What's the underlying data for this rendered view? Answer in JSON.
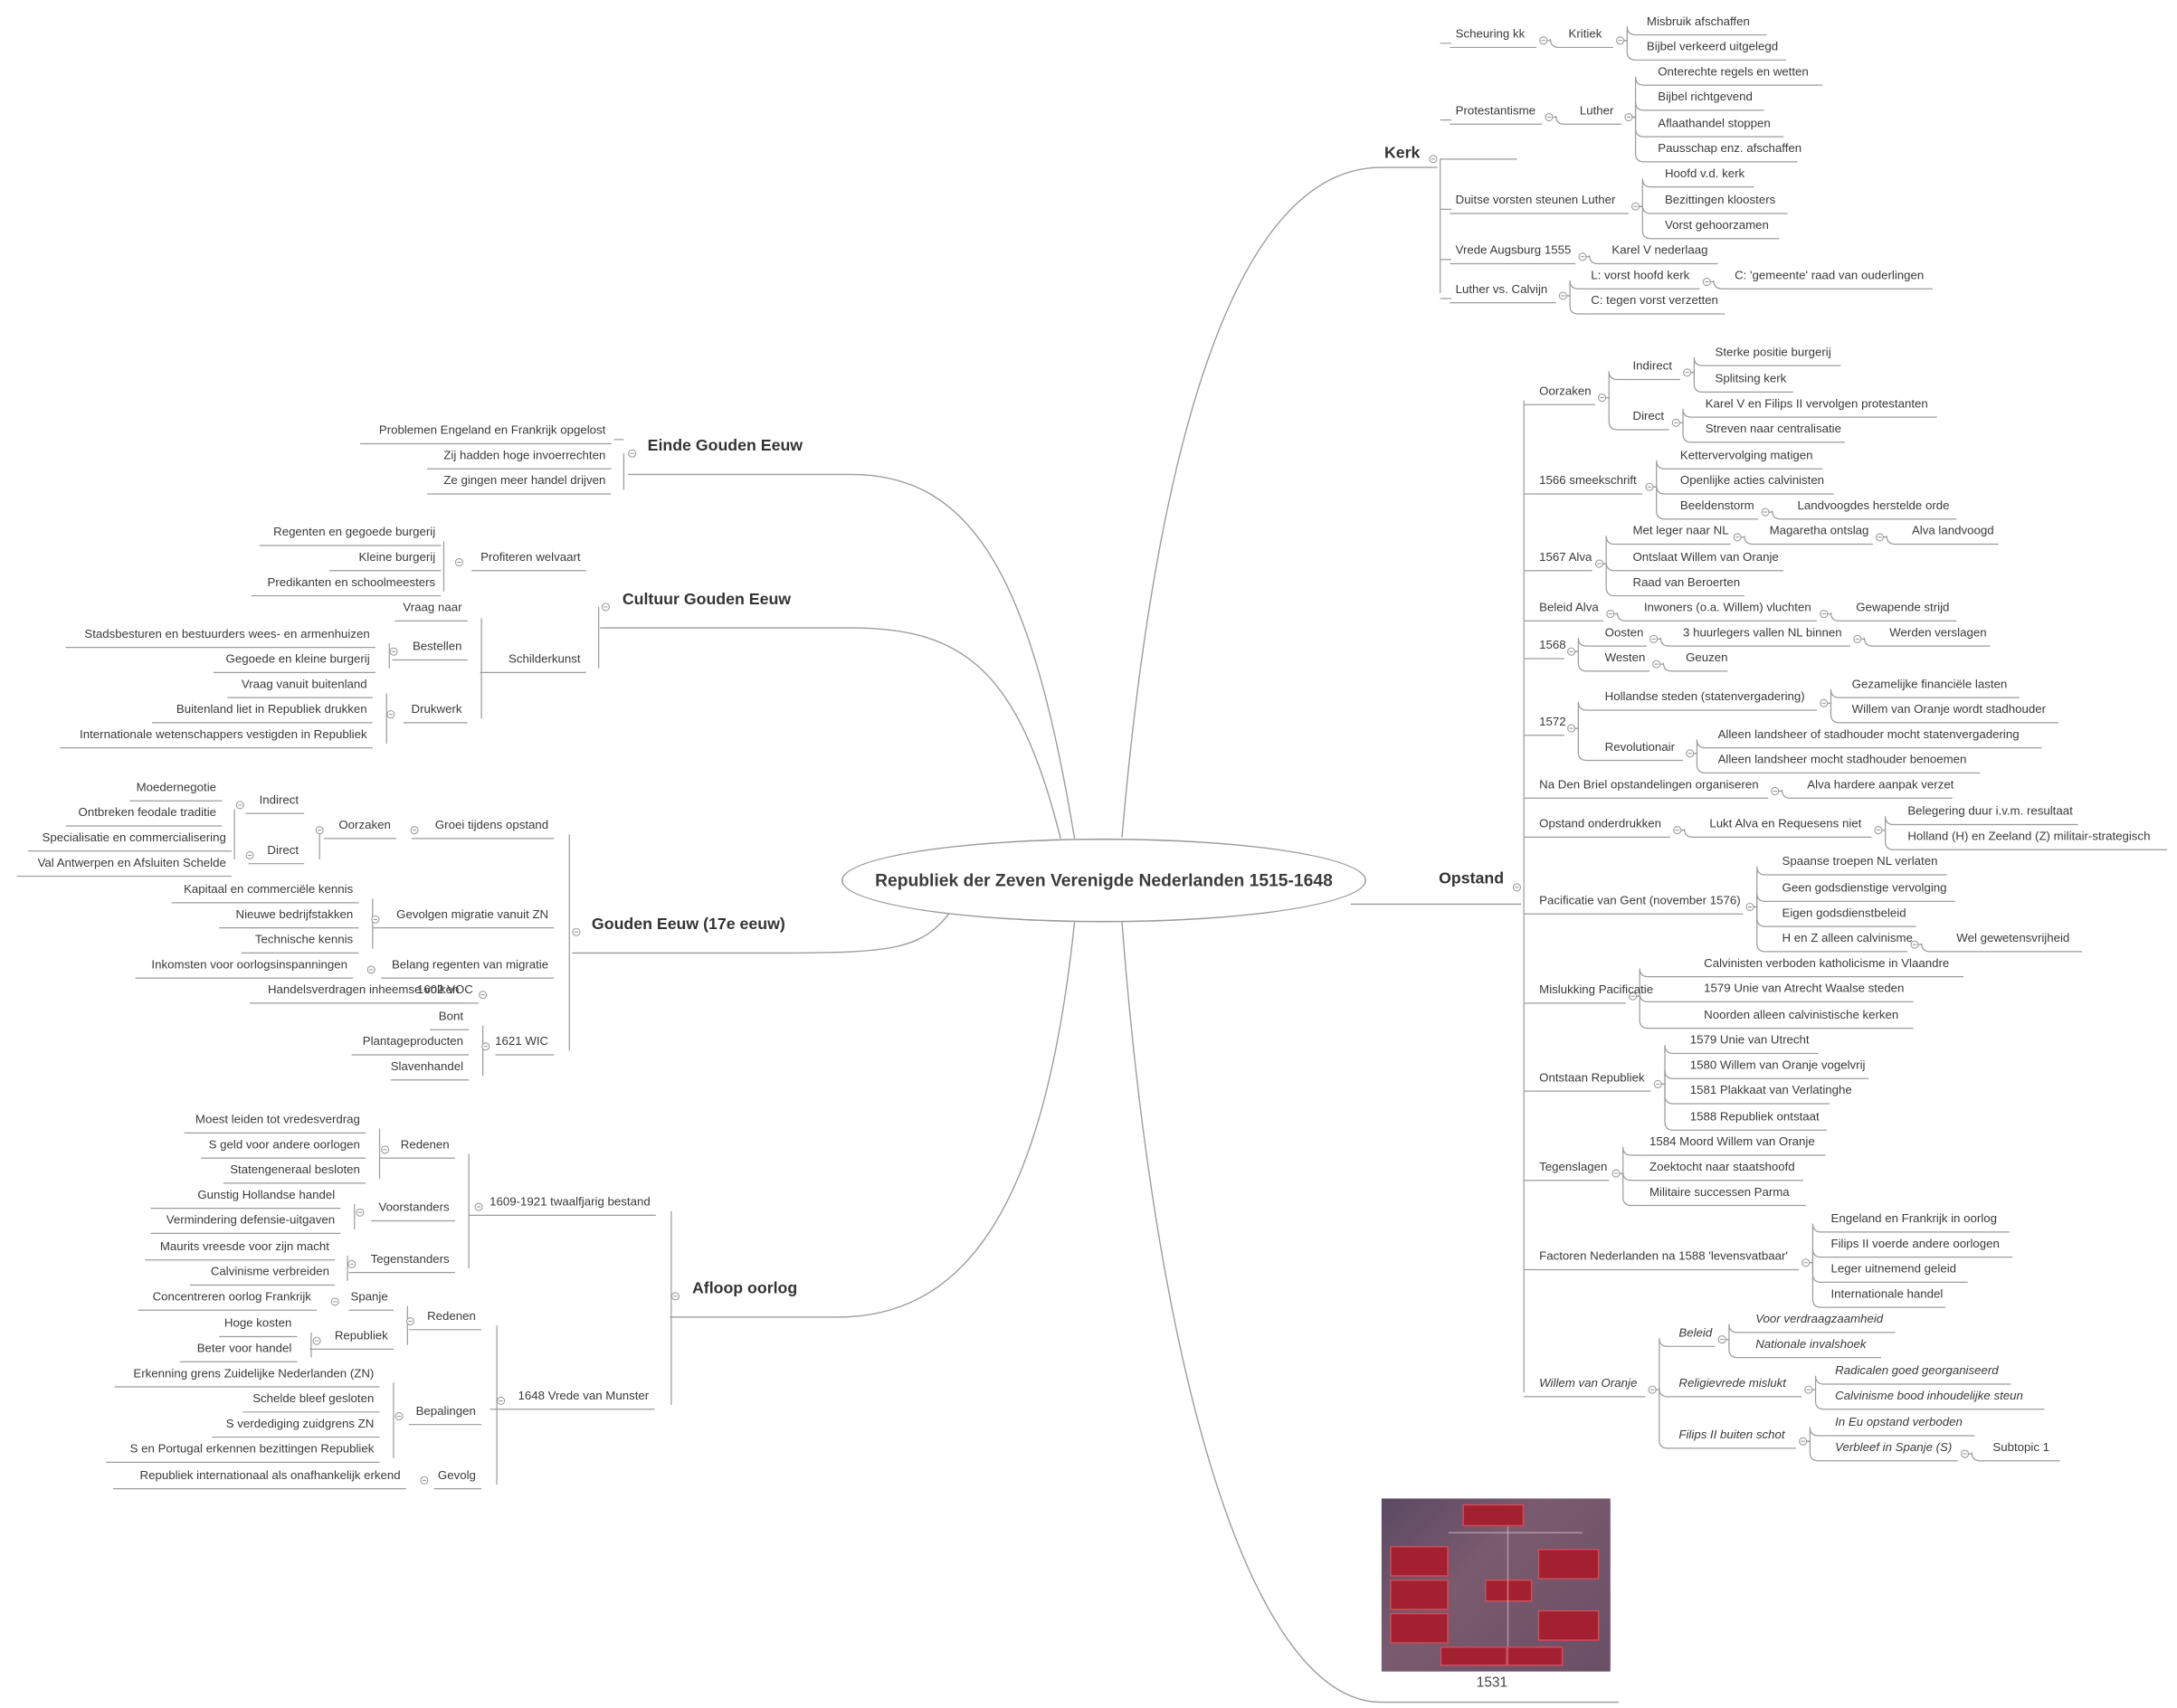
{
  "center": "Republiek der Zeven Verenigde Nederlanden 1515-1648",
  "branches": {
    "kerk": "Kerk",
    "opstand": "Opstand",
    "einde": "Einde Gouden Eeuw",
    "cultuur": "Cultuur Gouden Eeuw",
    "gouden": "Gouden Eeuw (17e eeuw)",
    "afloop": "Afloop oorlog"
  },
  "kerk": [
    "Scheuring kk",
    "Kritiek",
    "Misbruik afschaffen",
    "Bijbel verkeerd uitgelegd",
    "Protestantisme",
    "Luther",
    "Onterechte regels en wetten",
    "Bijbel richtgevend",
    "Aflaathandel stoppen",
    "Pausschap enz. afschaffen",
    "Duitse vorsten steunen Luther",
    "Hoofd v.d. kerk",
    "Bezittingen kloosters",
    "Vorst gehoorzamen",
    "Vrede Augsburg 1555",
    "Karel V nederlaag",
    "Luther vs. Calvijn",
    "L: vorst hoofd kerk",
    "C: 'gemeente' raad van ouderlingen",
    "C: tegen vorst verzetten"
  ],
  "opstand": [
    "Oorzaken",
    "Indirect",
    "Sterke positie burgerij",
    "Splitsing kerk",
    "Direct",
    "Karel V en Filips II vervolgen protestanten",
    "Streven naar centralisatie",
    "1566 smeekschrift",
    "Kettervervolging matigen",
    "Openlijke acties calvinisten",
    "Beeldenstorm",
    "Landvoogdes herstelde orde",
    "1567 Alva",
    "Met leger naar NL",
    "Magaretha ontslag",
    "Alva landvoogd",
    "Ontslaat Willem van Oranje",
    "Raad van Beroerten",
    "Beleid Alva",
    "Inwoners (o.a. Willem) vluchten",
    "Gewapende strijd",
    "1568",
    "Oosten",
    "3 huurlegers vallen NL binnen",
    "Werden verslagen",
    "Westen",
    "Geuzen",
    "1572",
    "Hollandse steden (statenvergadering)",
    "Gezamelijke financiële lasten",
    "Willem van Oranje wordt stadhouder",
    "Revolutionair",
    "Alleen landsheer of stadhouder mocht statenvergadering",
    "Alleen landsheer mocht stadhouder benoemen",
    "Na Den Briel opstandelingen organiseren",
    "Alva hardere aanpak verzet",
    "Opstand onderdrukken",
    "Lukt Alva en Requesens niet",
    "Belegering duur i.v.m. resultaat",
    "Holland (H) en Zeeland (Z) militair-strategisch",
    "Pacificatie van Gent (november 1576)",
    "Spaanse troepen NL verlaten",
    "Geen godsdienstige vervolging",
    "Eigen godsdienstbeleid",
    "H en Z alleen calvinisme",
    "Wel gewetensvrijheid",
    "Mislukking Pacificatie",
    "Calvinisten verboden katholicisme in Vlaandre",
    "1579 Unie van Atrecht Waalse steden",
    "Noorden alleen calvinistische kerken",
    "Ontstaan Republiek",
    "1579 Unie van Utrecht",
    "1580 Willem van Oranje vogelvrij",
    "1581 Plakkaat van Verlatinghe",
    "1588 Republiek ontstaat",
    "Tegenslagen",
    "1584 Moord Willem van Oranje",
    "Zoektocht naar staatshoofd",
    "Militaire successen Parma",
    "Factoren Nederlanden na 1588 'levensvatbaar'",
    "Engeland en Frankrijk in oorlog",
    "Filips II voerde andere oorlogen",
    "Leger uitnemend geleid",
    "Internationale handel",
    "Willem van Oranje",
    "Beleid",
    "Voor verdraagzaamheid",
    "Nationale invalshoek",
    "Religievrede mislukt",
    "Radicalen goed georganiseerd",
    "Calvinisme bood inhoudelijke steun",
    "Filips II buiten schot",
    "In Eu opstand verboden",
    "Verbleef in Spanje (S)",
    "Subtopic 1"
  ],
  "einde": [
    "Problemen Engeland en Frankrijk opgelost",
    "Zij hadden hoge invoerrechten",
    "Ze gingen meer handel drijven"
  ],
  "cultuur": [
    "Profiteren welvaart",
    "Regenten en gegoede burgerij",
    "Kleine burgerij",
    "Predikanten en schoolmeesters",
    "Schilderkunst",
    "Vraag naar",
    "Bestellen",
    "Stadsbesturen en bestuurders wees- en armenhuizen",
    "Gegoede en kleine burgerij",
    "Drukwerk",
    "Vraag vanuit buitenland",
    "Buitenland liet in Republiek drukken",
    "Internationale wetenschappers vestigden in Republiek"
  ],
  "gouden": [
    "Groei tijdens opstand",
    "Oorzaken",
    "Indirect",
    "Moedernegotie",
    "Ontbreken feodale traditie",
    "Direct",
    "Specialisatie en commercialisering",
    "Val Antwerpen en Afsluiten Schelde",
    "Gevolgen migratie vanuit ZN",
    "Kapitaal en commerciële kennis",
    "Nieuwe bedrijfstakken",
    "Technische kennis",
    "Belang regenten van migratie",
    "Inkomsten voor oorlogsinspanningen",
    "1602 VOC",
    "Handelsverdragen inheemse volken",
    "1621 WIC",
    "Bont",
    "Plantageproducten",
    "Slavenhandel"
  ],
  "afloop": [
    "1609-1921 twaalfjarig bestand",
    "Redenen",
    "Moest leiden tot vredesverdrag",
    "S geld voor andere oorlogen",
    "Statengeneraal besloten",
    "Voorstanders",
    "Gunstig Hollandse handel",
    "Vermindering defensie-uitgaven",
    "Tegenstanders",
    "Maurits vreesde voor zijn macht",
    "Calvinisme verbreiden",
    "1648 Vrede van Munster",
    "Redenen",
    "Spanje",
    "Concentreren oorlog Frankrijk",
    "Republiek",
    "Hoge kosten",
    "Beter voor handel",
    "Bepalingen",
    "Erkenning grens Zuidelijke Nederlanden (ZN)",
    "Schelde bleef gesloten",
    "S verdediging zuidgrens ZN",
    "S en Portugal erkennen bezittingen Republiek",
    "Gevolg",
    "Republiek internationaal als onafhankelijk erkend"
  ],
  "image_caption": "1531",
  "colors": {
    "line": "#9c9c9c",
    "text": "#3a3a3a",
    "image_red": "#a32030"
  }
}
